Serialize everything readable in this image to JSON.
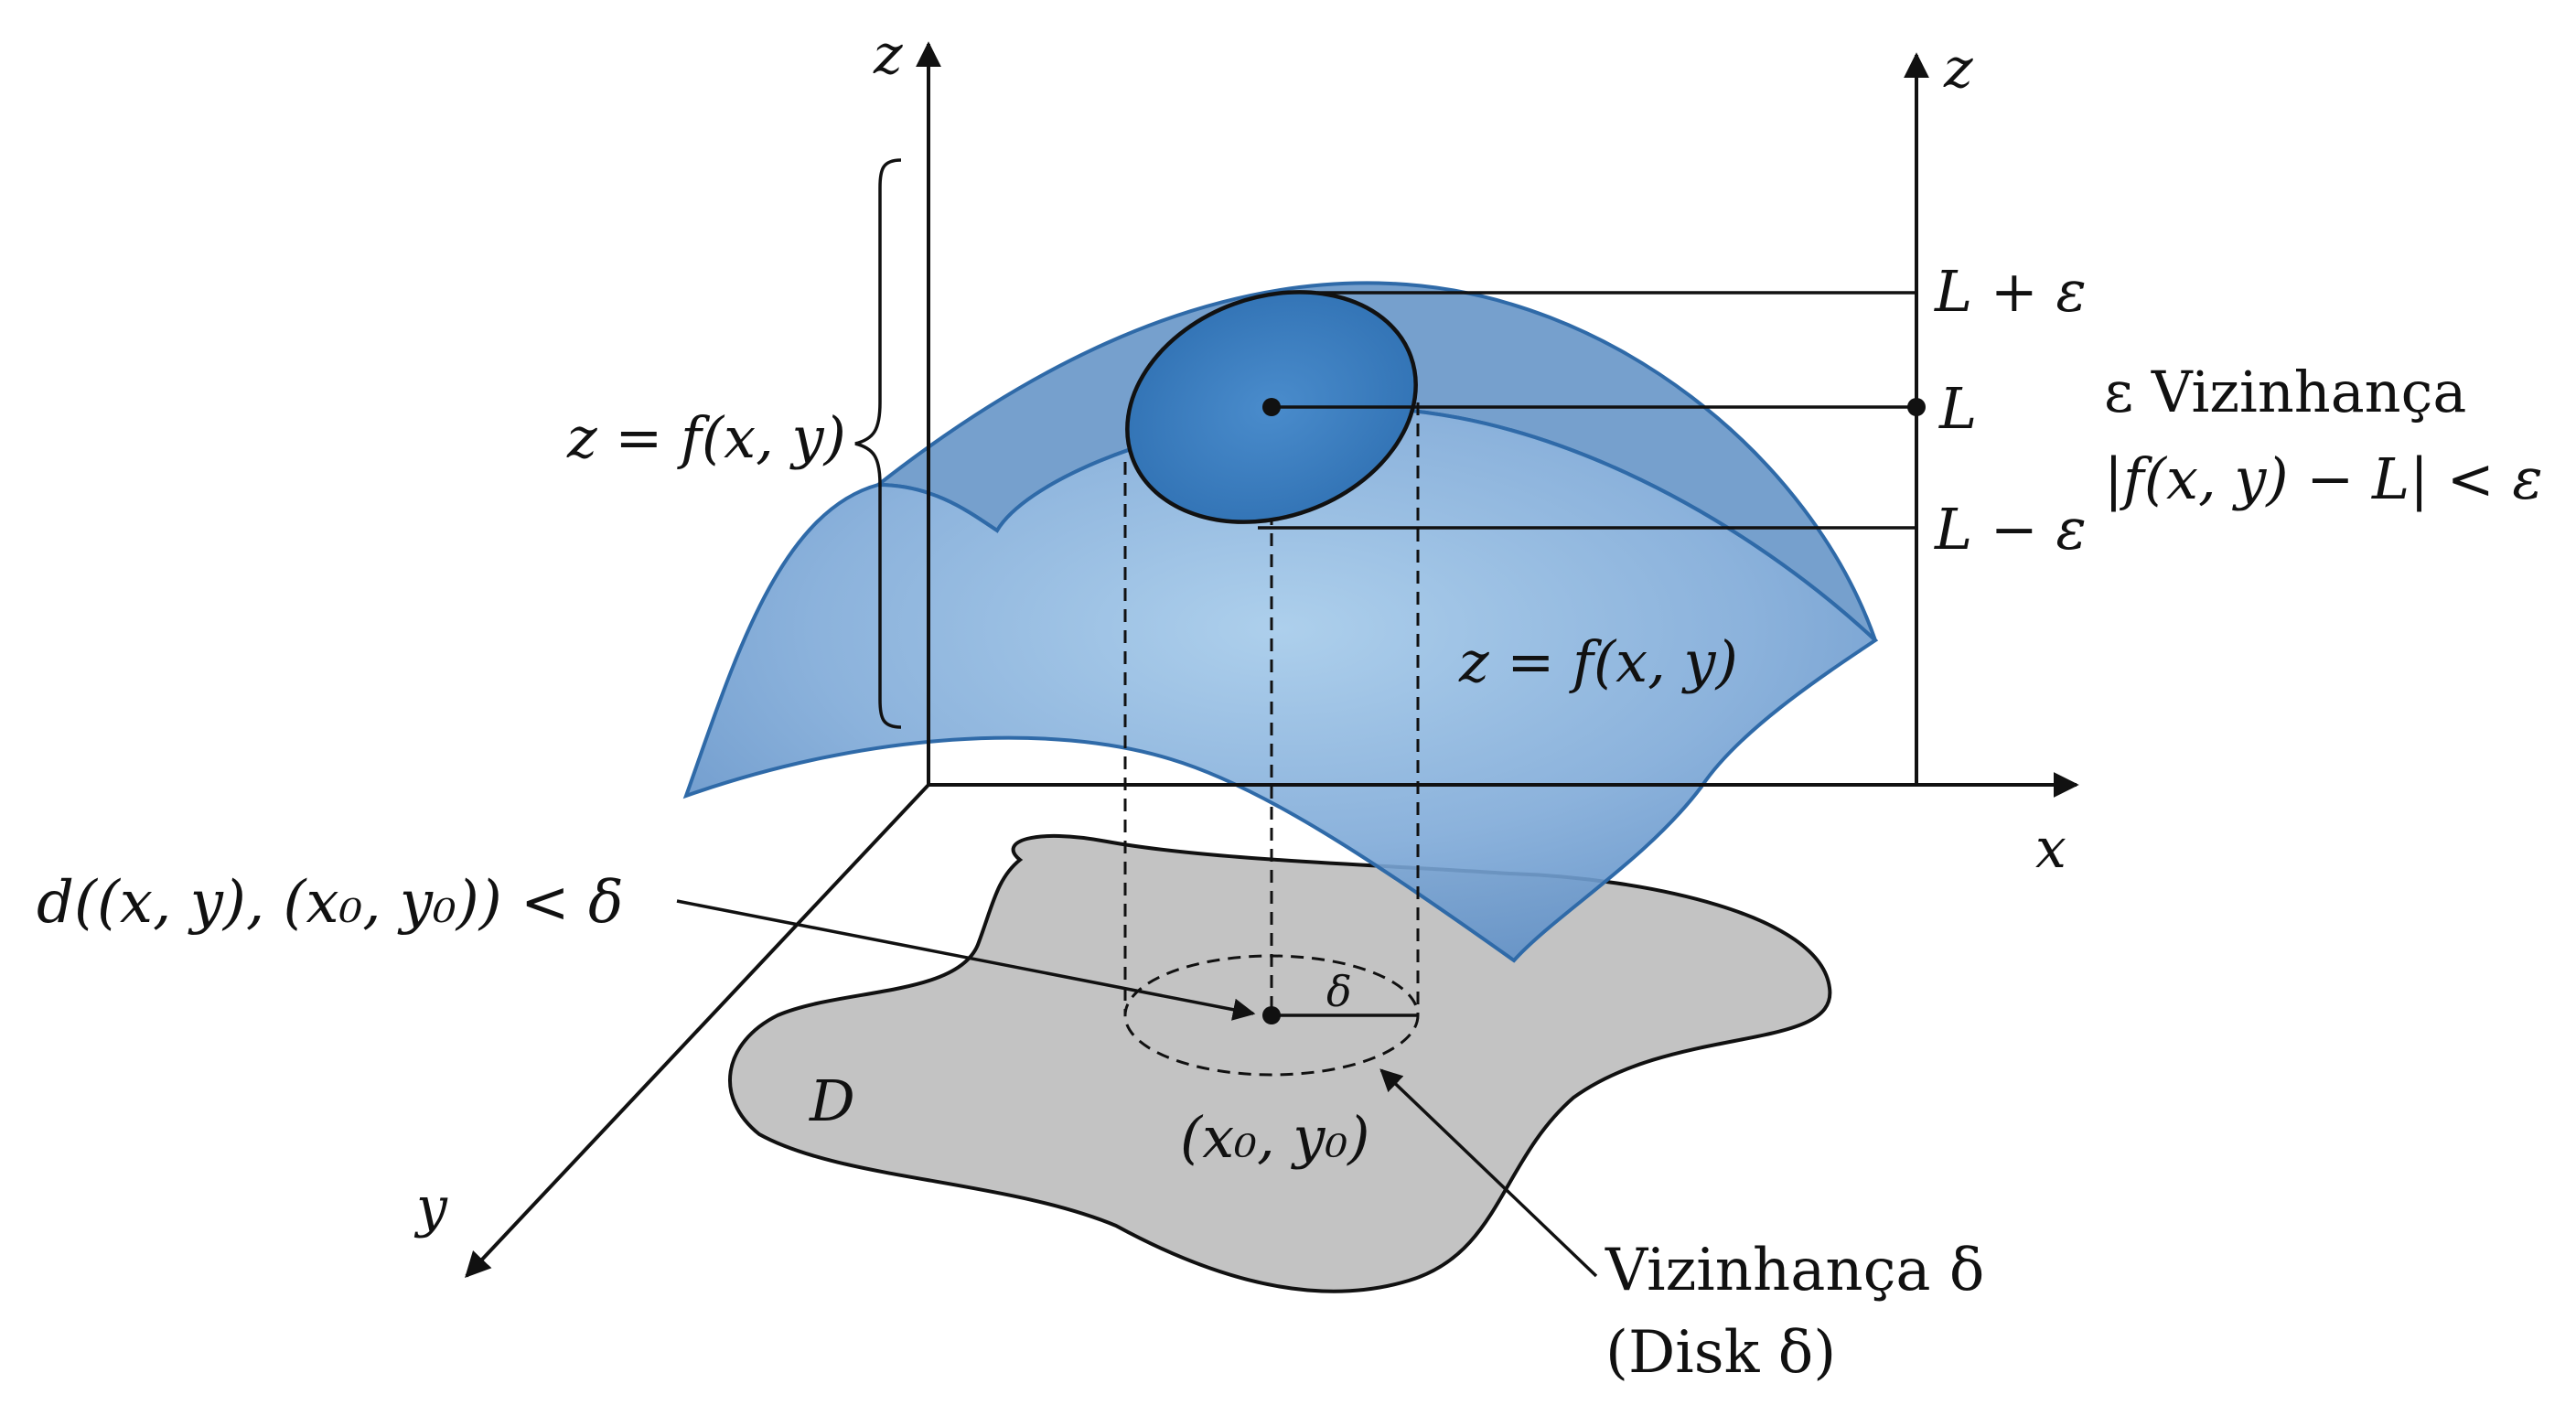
{
  "labels": {
    "z_axis_left": "z",
    "z_axis_right": "z",
    "x_axis": "x",
    "y_axis": "y",
    "surface_eq_left": "z = f(x, y)",
    "surface_eq_center": "z = f(x, y)",
    "upper_bound": "L + ε",
    "limit": "L",
    "lower_bound": "L − ε",
    "eps_neighborhood_title": "ε Vizinhança",
    "eps_neighborhood_condition": "|f(x, y) − L| < ε",
    "distance_condition": "d((x, y), (x₀, y₀)) < δ",
    "delta_radius": "δ",
    "domain": "D",
    "base_point": "(x₀, y₀)",
    "delta_neighborhood": "Vizinhança δ",
    "delta_disk": "(Disk δ)"
  },
  "colors": {
    "surface_fill": "#6f9fd0",
    "surface_edge": "#2f6aa8",
    "ellipse_fill": "#3f7fc0",
    "domain_fill": "#c3c3c3",
    "ink": "#111111"
  }
}
